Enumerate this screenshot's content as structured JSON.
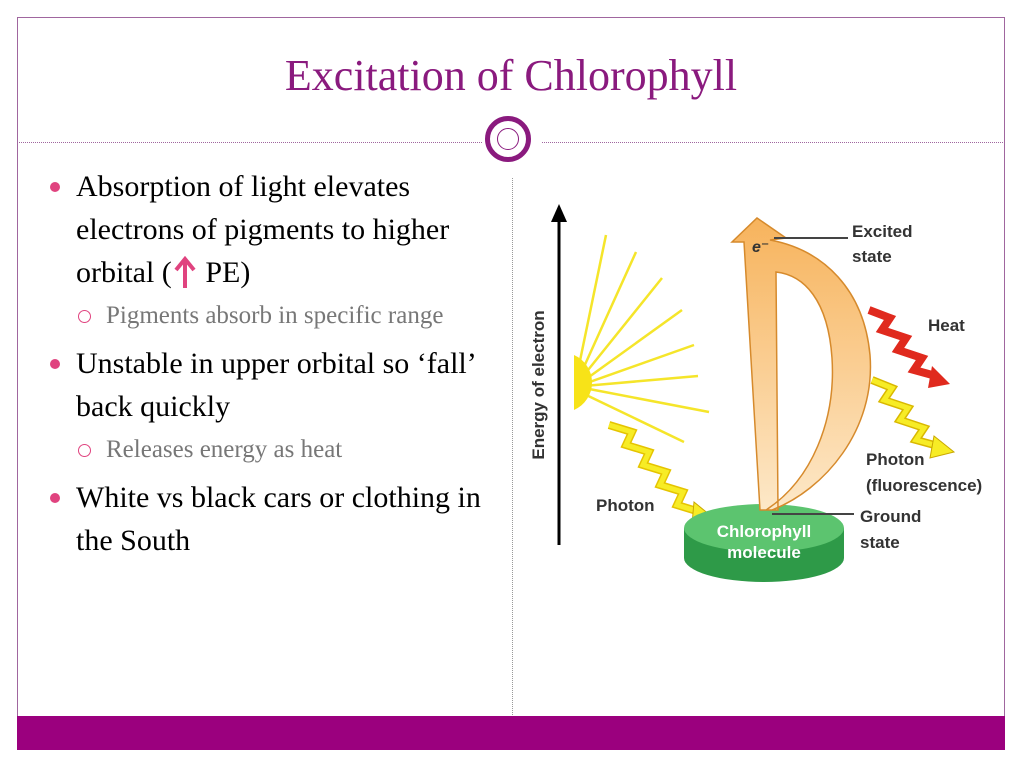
{
  "slide": {
    "title": "Excitation of Chlorophyll"
  },
  "bullets": {
    "b1_before_arrow": "Absorption of light elevates electrons of pigments to higher orbital (",
    "b1_after_arrow": " PE)",
    "b1_sub": "Pigments absorb in specific range",
    "b2": "Unstable in upper orbital so ‘fall’ back quickly",
    "b2_sub": "Releases energy as heat",
    "b3": "White vs black cars or clothing in the South"
  },
  "diagram": {
    "y_axis_label": "Energy of electron",
    "electron_label": "e⁻",
    "excited_state_1": "Excited",
    "excited_state_2": "state",
    "heat_label": "Heat",
    "photon_fluor_1": "Photon",
    "photon_fluor_2": "(fluorescence)",
    "photon_label": "Photon",
    "ground_state_1": "Ground",
    "ground_state_2": "state",
    "molecule_1": "Chlorophyll",
    "molecule_2": "molecule"
  },
  "colors": {
    "title": "#8a1a7e",
    "accent_bar": "#9b007e",
    "bullet": "#e0437f",
    "sun": "#f7e318",
    "heat_arrow": "#e02a1e",
    "molecule": "#3daa55"
  }
}
